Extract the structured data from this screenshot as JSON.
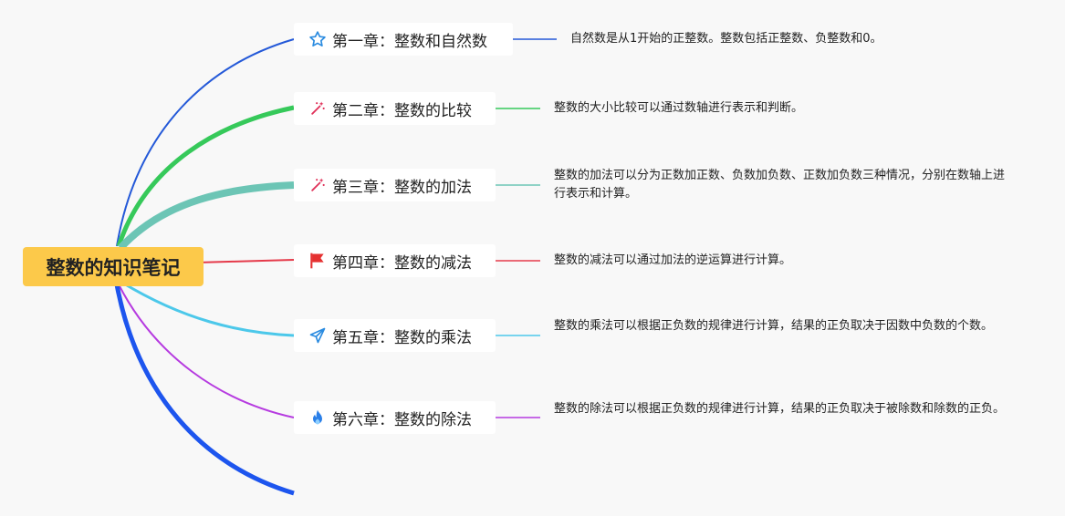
{
  "root": {
    "label": "整数的知识笔记",
    "color": "#fcc94a"
  },
  "chapters": [
    {
      "label": "第一章：整数和自然数",
      "icon": "star-outline-icon",
      "color": "#2459d8",
      "note": "自然数是从1开始的正整数。整数包括正整数、负整数和0。"
    },
    {
      "label": "第二章：整数的比较",
      "icon": "sparkle-wand-icon",
      "color": "#36c95a",
      "note": "整数的大小比较可以通过数轴进行表示和判断。"
    },
    {
      "label": "第三章：整数的加法",
      "icon": "sparkle-wand-icon",
      "color": "#6cc5b5",
      "note": "整数的加法可以分为正数加正数、负数加负数、正数加负数三种情况，分别在数轴上进行表示和计算。"
    },
    {
      "label": "第四章：整数的减法",
      "icon": "red-flag-icon",
      "color": "#e53a4a",
      "note": "整数的减法可以通过加法的逆运算进行计算。"
    },
    {
      "label": "第五章：整数的乘法",
      "icon": "paper-plane-icon",
      "color": "#4cc8ea",
      "note": "整数的乘法可以根据正负数的规律进行计算，结果的正负取决于因数中负数的个数。"
    },
    {
      "label": "第六章：整数的除法",
      "icon": "flame-icon",
      "color": "#b63be0",
      "note": "整数的除法可以根据正负数的规律进行计算，结果的正负取决于被除数和除数的正负。"
    }
  ],
  "tail_branch_color": "#1d55ee"
}
